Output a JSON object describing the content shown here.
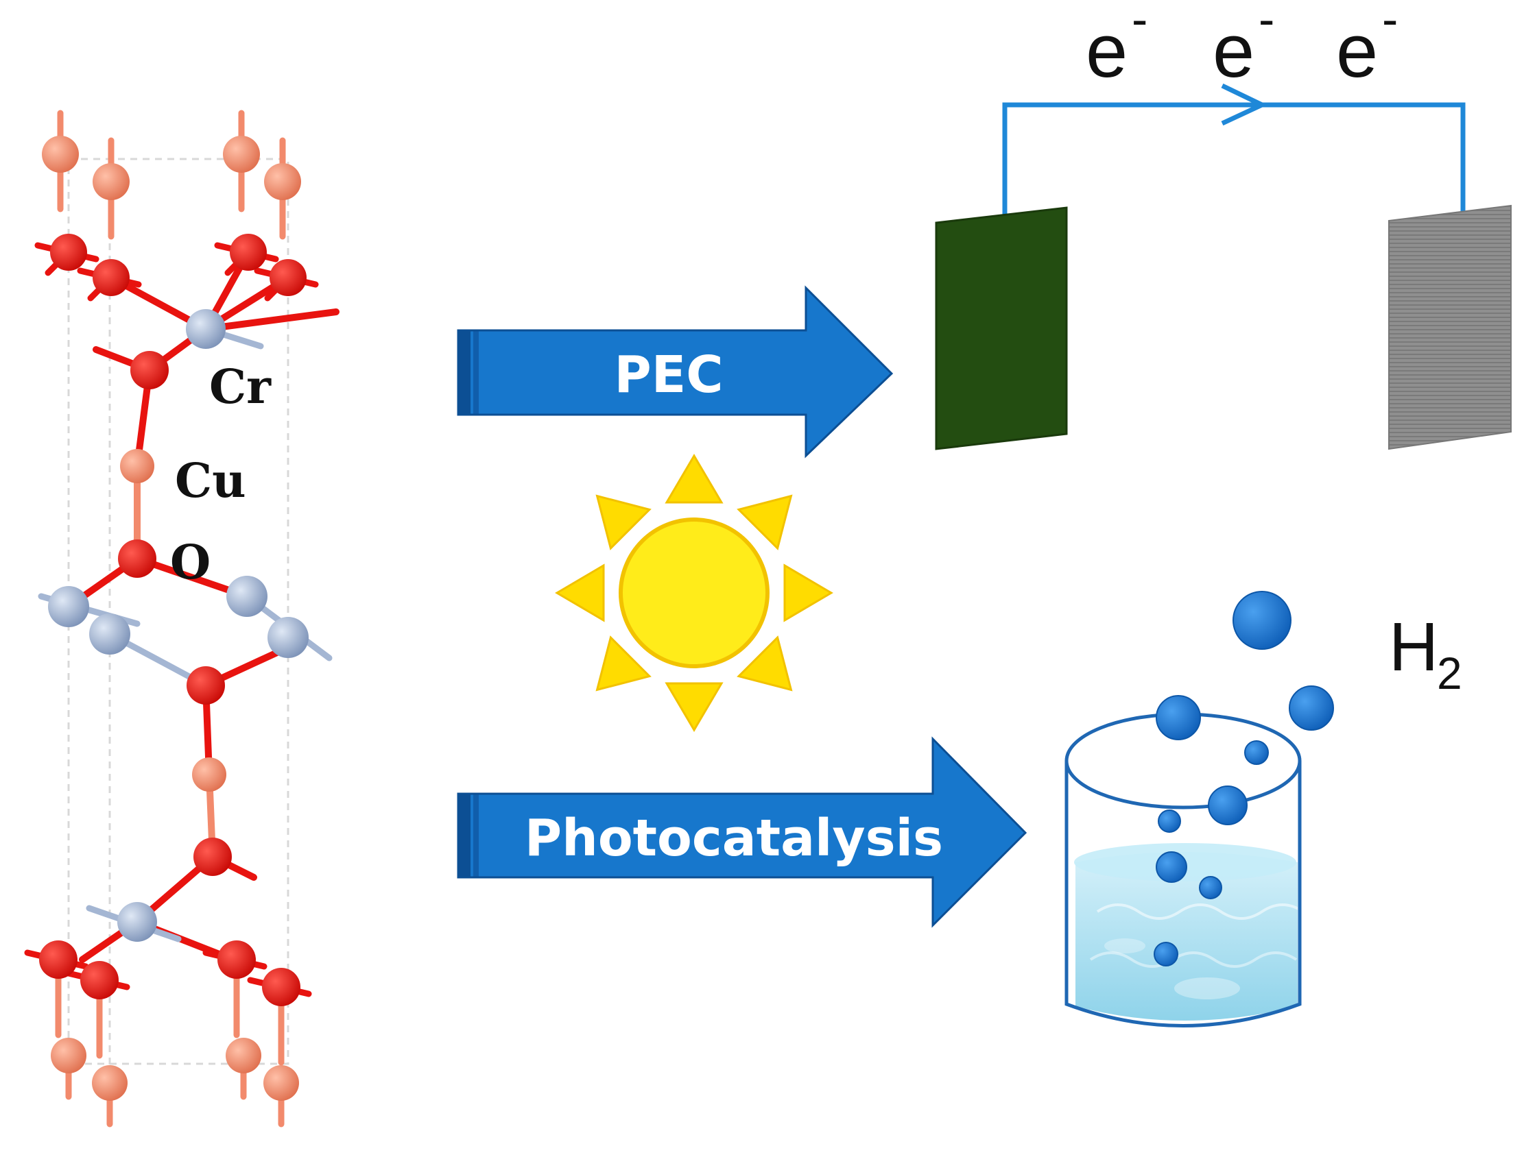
{
  "crystal": {
    "labels": {
      "cr": "Cr",
      "cu": "Cu",
      "o": "O"
    },
    "colors": {
      "oxygen": "#e8130f",
      "copper": "#f28a6c",
      "chromium": "#a4b6d3",
      "bond_o": "#e8130f",
      "bond_cr": "#a4b6d3"
    }
  },
  "arrows": {
    "pec_label": "PEC",
    "photocatalysis_label": "Photocatalysis",
    "color": "#1777cc",
    "dark_color": "#0c4f94"
  },
  "sun": {
    "core_color": "#ffec1a",
    "ray_color": "#ffdc00",
    "edge_color": "#f2c200"
  },
  "pec_cell": {
    "electron_label_1": "e",
    "electron_label_2": "e",
    "electron_label_3": "e",
    "electron_superscript": "-",
    "photoanode_color": "#234d11",
    "cathode_color": "#8c8c8c",
    "wire_color": "#1f88d8"
  },
  "beaker": {
    "gas_label": "H",
    "gas_subscript": "2",
    "bubble_color": "#1a73d0",
    "water_color": "#a9def0",
    "outline_color": "#1f67b3"
  }
}
